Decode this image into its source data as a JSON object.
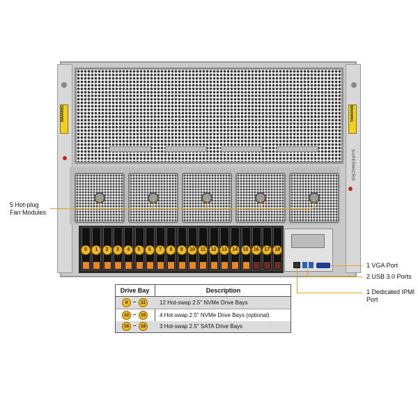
{
  "brand_vertical": "SUPERMICRO",
  "warning_label": "WARNING",
  "fan_modules": {
    "count_label": "5 Hot-plug",
    "type_label": "Fan Modules"
  },
  "drive_numbers": [
    "0",
    "1",
    "2",
    "3",
    "4",
    "5",
    "6",
    "7",
    "8",
    "9",
    "10",
    "11",
    "12",
    "13",
    "14",
    "15",
    "16",
    "17",
    "18"
  ],
  "io_callouts": {
    "vga": "1 VGA Port",
    "usb": "2 USB 3.0 Ports",
    "ipmi_line1": "1 Dedicated IPMI",
    "ipmi_line2": "Port"
  },
  "table": {
    "headers": {
      "bay": "Drive Bay",
      "description": "Description"
    },
    "rows": [
      {
        "from": "0",
        "to": "11",
        "desc": "12 Hot-swap 2.5\" NVMe Drive Bays"
      },
      {
        "from": "12",
        "to": "15",
        "desc": "4 Hot-swap 2.5\" NVMe Drive Bays (optional)"
      },
      {
        "from": "16",
        "to": "18",
        "desc": "3 Hot-swap 2.5\" SATA Drive Bays"
      }
    ]
  },
  "colors": {
    "callout_line": "#e8a21a",
    "drive_badge": "#f4b81c",
    "latch_nvme": "#e9871e",
    "latch_sata": "#6a2a20"
  }
}
